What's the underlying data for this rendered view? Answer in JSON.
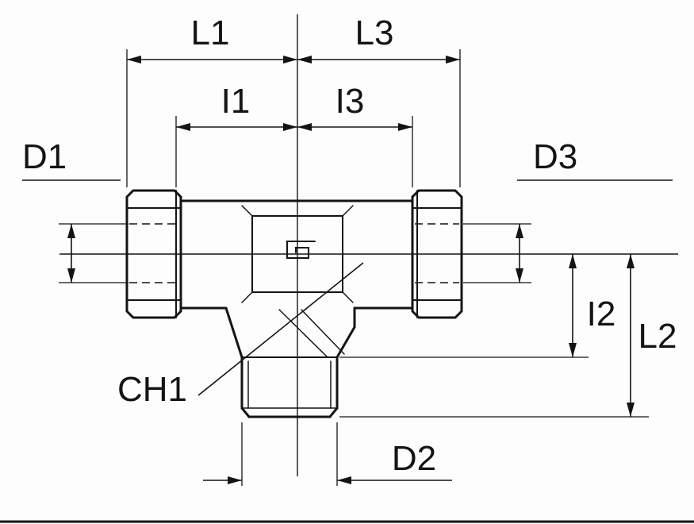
{
  "drawing": {
    "labels": {
      "l1": "L1",
      "l3": "L3",
      "i1": "I1",
      "i3": "I3",
      "d1": "D1",
      "d3": "D3",
      "i2": "I2",
      "l2": "L2",
      "ch1": "CH1",
      "d2": "D2"
    },
    "colors": {
      "line": "#141414",
      "background": "#fdfdfd"
    }
  }
}
